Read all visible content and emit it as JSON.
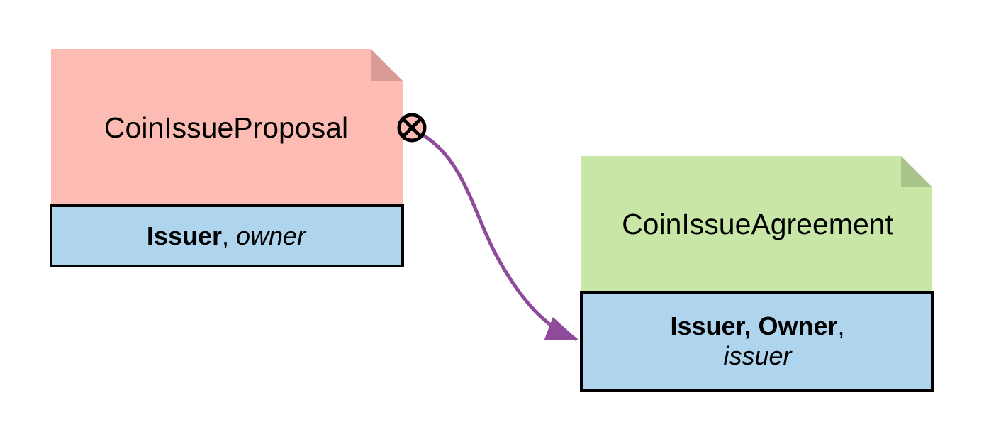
{
  "diagram": {
    "type": "uml-object-diagram",
    "background_color": "#ffffff",
    "nodes": [
      {
        "id": "coinissueproposal",
        "title": "CoinIssueProposal",
        "header_color": "#FCBCB4",
        "header_fold_color": "#D79C95",
        "compartment_color": "#AFD4ED",
        "border_color": "#000000",
        "compartment": {
          "bold_text": "Issuer",
          "separator_text": ", ",
          "italic_text": "owner"
        }
      },
      {
        "id": "coinissueagreement",
        "title": "CoinIssueAgreement",
        "header_color": "#C8E6A6",
        "header_fold_color": "#A8C48A",
        "compartment_color": "#AFD4ED",
        "border_color": "#000000",
        "compartment": {
          "bold_text": "Issuer, Owner",
          "separator_text": ",",
          "italic_text": "issuer"
        }
      }
    ],
    "connector": {
      "source_node": "coinissueproposal",
      "target_node": "coinissueagreement",
      "source_decoration": "circle-cross",
      "target_decoration": "solid-arrowhead",
      "color": "#8E4B9C",
      "stroke_width": 5,
      "style": "curved"
    }
  }
}
